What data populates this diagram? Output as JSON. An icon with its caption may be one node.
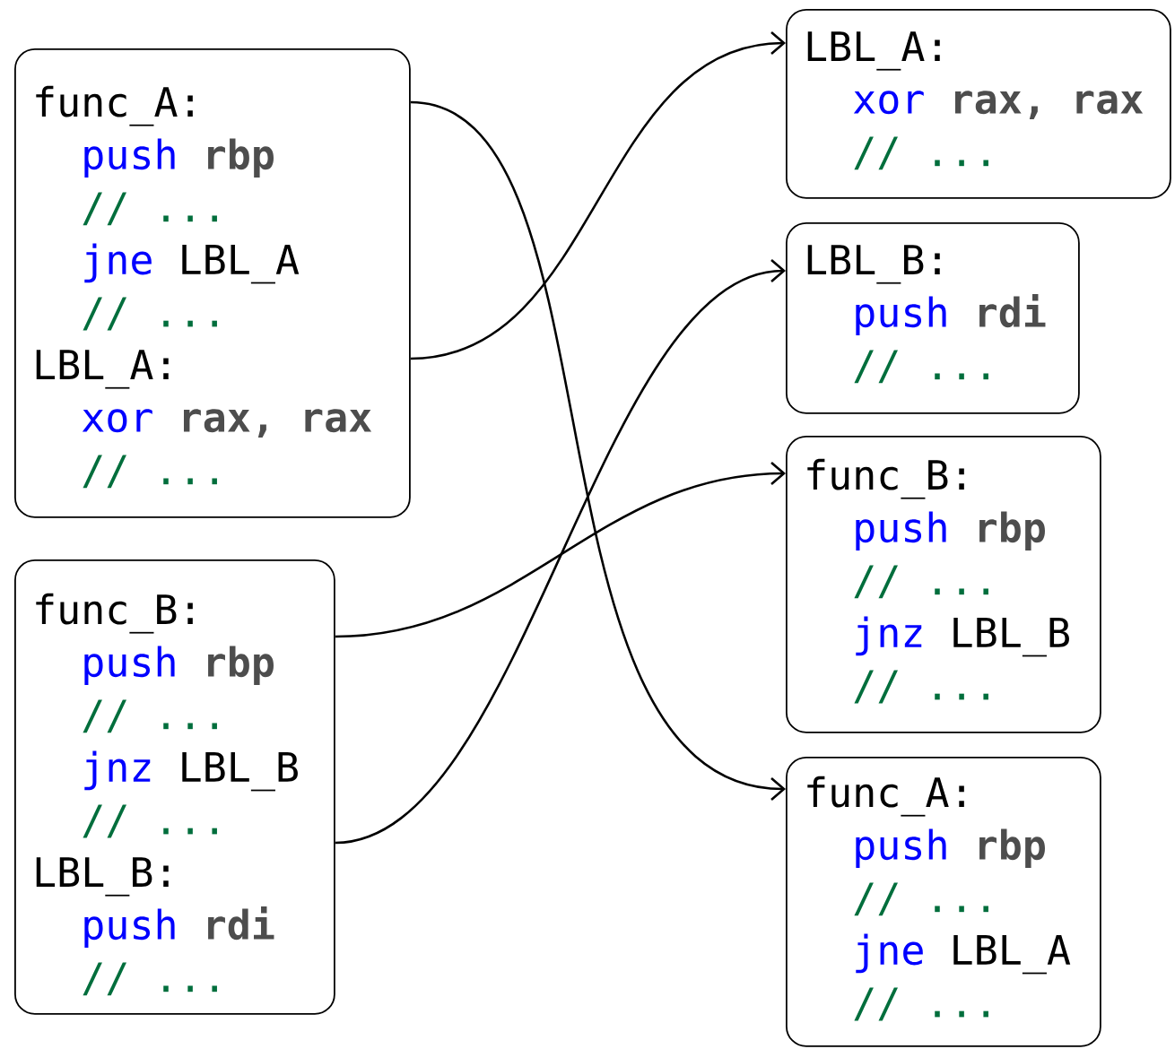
{
  "diagram": {
    "nodes": [
      {
        "text": [
          "func_A:",
          "push",
          "rbp",
          "// ...",
          "jne",
          "LBL_A",
          "// ...",
          "LBL_A:",
          "xor",
          "rax, rax",
          "// ..."
        ]
      },
      {
        "text": [
          "func_B:",
          "push",
          "rbp",
          "// ...",
          "jnz",
          "LBL_B",
          "// ...",
          "LBL_B:",
          "push",
          "rdi",
          "// ..."
        ]
      },
      {
        "text": [
          "LBL_A:",
          "xor",
          "rax, rax",
          "// ..."
        ]
      },
      {
        "text": [
          "LBL_B:",
          "push",
          "rdi",
          "// ..."
        ]
      },
      {
        "text": [
          "func_B:",
          "push",
          "rbp",
          "// ...",
          "jnz",
          "LBL_B",
          "// ..."
        ]
      },
      {
        "text": [
          "func_A:",
          "push",
          "rbp",
          "// ...",
          "jne",
          "LBL_A",
          "// ..."
        ]
      }
    ],
    "edges": [
      {
        "from": 0,
        "to": 5,
        "arrow": "to"
      },
      {
        "from": 0,
        "to": 2,
        "arrow": "to"
      },
      {
        "from": 1,
        "to": 4,
        "arrow": "to"
      },
      {
        "from": 1,
        "to": 3,
        "arrow": "to"
      }
    ]
  }
}
